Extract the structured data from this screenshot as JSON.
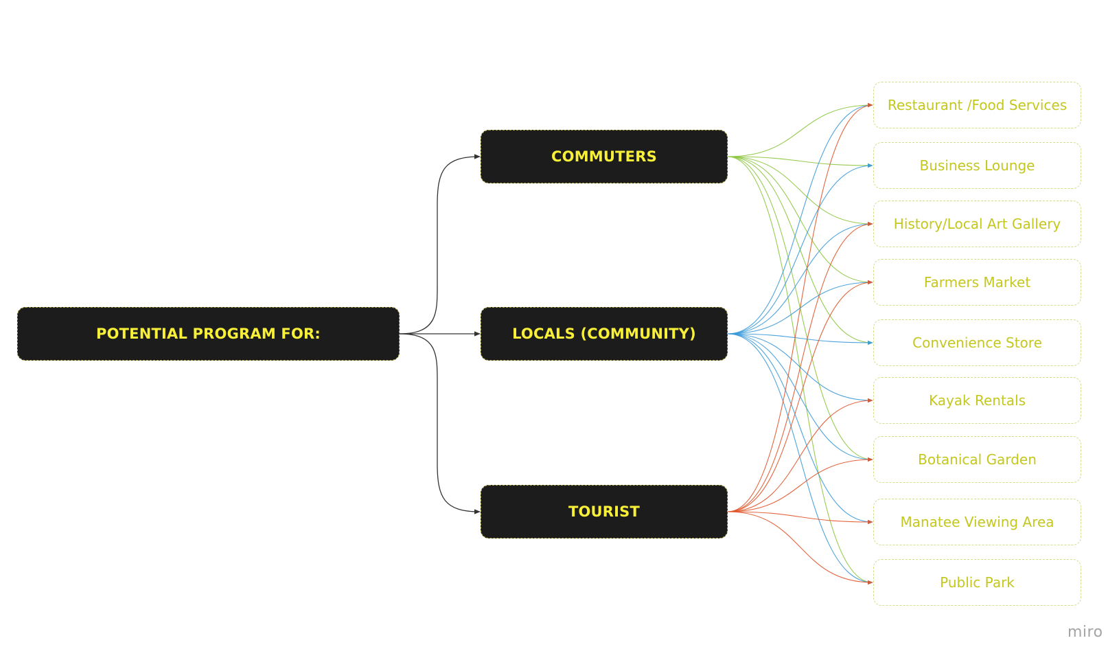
{
  "root": {
    "label": "POTENTIAL PROGRAM FOR:"
  },
  "groups": [
    {
      "label": "COMMUTERS",
      "color": "#8cc63f"
    },
    {
      "label": "LOCALS (COMMUNITY)",
      "color": "#3a9ad9"
    },
    {
      "label": "TOURIST",
      "color": "#e0552b"
    }
  ],
  "programs": [
    {
      "label": "Restaurant /Food Services"
    },
    {
      "label": "Business Lounge"
    },
    {
      "label": "History/Local Art Gallery"
    },
    {
      "label": "Farmers Market"
    },
    {
      "label": "Convenience Store"
    },
    {
      "label": "Kayak Rentals"
    },
    {
      "label": "Botanical Garden"
    },
    {
      "label": "Manatee Viewing Area"
    },
    {
      "label": "Public Park"
    }
  ],
  "links": [
    {
      "group": 0,
      "targets": [
        0,
        1,
        2,
        3,
        4,
        6,
        8
      ]
    },
    {
      "group": 1,
      "targets": [
        0,
        1,
        2,
        3,
        4,
        5,
        6,
        7,
        8
      ]
    },
    {
      "group": 2,
      "targets": [
        0,
        2,
        3,
        5,
        6,
        7,
        8
      ]
    }
  ],
  "branding": "miro",
  "colors": {
    "node_fill": "#1c1c1c",
    "node_text": "#f7ef38",
    "program_text": "#c4c71e",
    "root_connector": "#333333"
  }
}
